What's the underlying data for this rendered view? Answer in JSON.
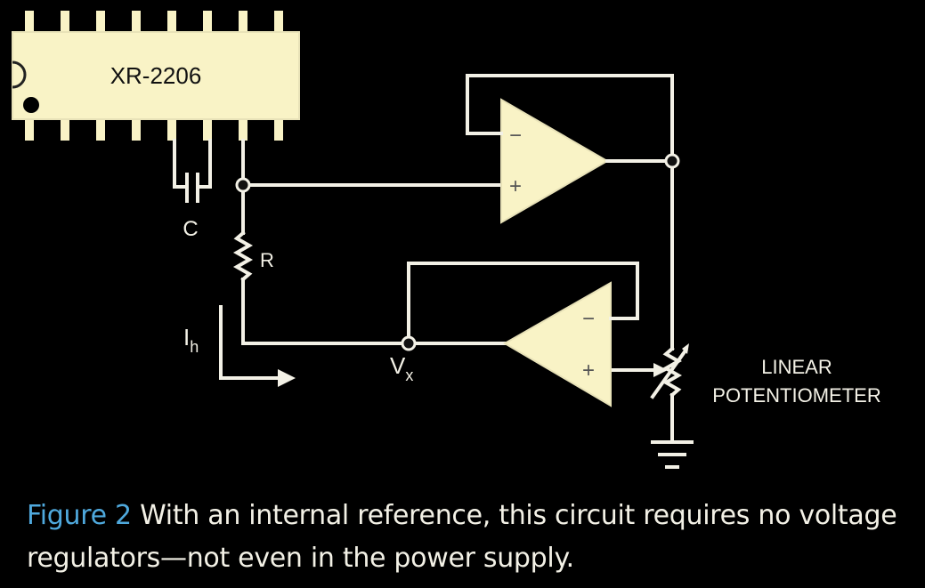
{
  "chip": {
    "label": "XR-2206"
  },
  "components": {
    "capacitor_label": "C",
    "resistor_label": "R",
    "current_label": "I",
    "current_sub": "h",
    "node_label": "V",
    "node_sub": "x",
    "pot_label_line1": "LINEAR",
    "pot_label_line2": "POTENTIOMETER"
  },
  "opamp_signs": {
    "minus": "−",
    "plus": "+"
  },
  "caption": {
    "figure": "Figure 2",
    "text": "With an internal reference, this circuit requires no voltage regulators—not even in the power supply."
  },
  "colors": {
    "background": "#000000",
    "component_fill": "#f9f3c6",
    "wire": "#f3f1e6",
    "caption_accent": "#4fa9dd"
  }
}
